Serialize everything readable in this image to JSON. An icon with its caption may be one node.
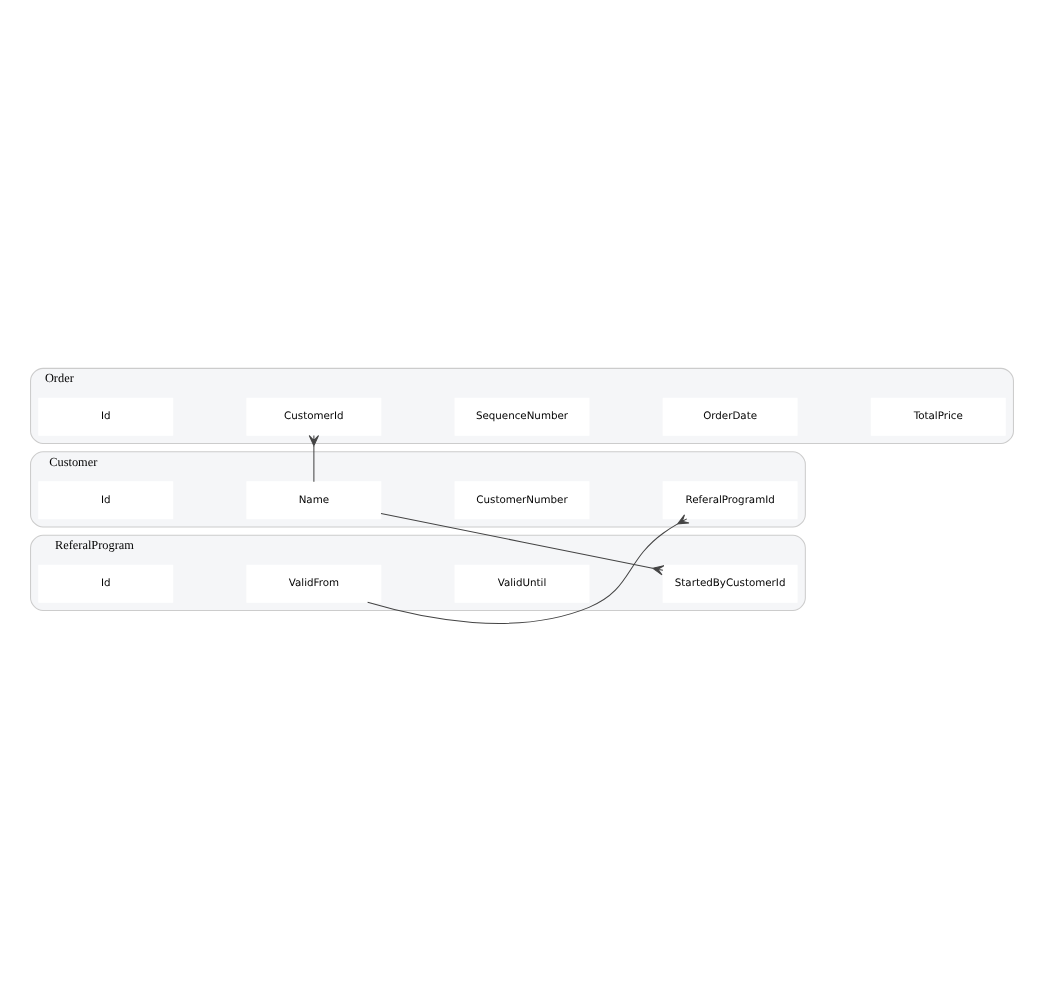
{
  "diagram": {
    "nodes": [
      {
        "text": [
          "Customer"
        ]
      },
      {
        "text": [
          "Id"
        ],
        "in": 0
      },
      {
        "text": [
          "Name"
        ],
        "in": 0
      },
      {
        "text": [
          "CustomerNumber"
        ],
        "in": 0
      },
      {
        "text": [
          "ReferalProgramId"
        ],
        "in": 0
      },
      {
        "text": [
          "Order"
        ]
      },
      {
        "text": [
          "Id"
        ],
        "in": 5
      },
      {
        "text": [
          "CustomerId"
        ],
        "in": 5
      },
      {
        "text": [
          "SequenceNumber"
        ],
        "in": 5
      },
      {
        "text": [
          "OrderDate"
        ],
        "in": 5
      },
      {
        "text": [
          "TotalPrice"
        ],
        "in": 5
      },
      {
        "text": [
          "ReferalProgram"
        ]
      },
      {
        "text": [
          "Id"
        ],
        "in": 11
      },
      {
        "text": [
          "ValidFrom"
        ],
        "in": 11
      },
      {
        "text": [
          "ValidUntil"
        ],
        "in": 11
      },
      {
        "text": [
          "StartedByCustomerId"
        ],
        "in": 11
      }
    ],
    "edges": [
      {
        "from": 2,
        "to": 7,
        "arrow": "other"
      },
      {
        "from": 13,
        "to": 4,
        "arrow": "other"
      },
      {
        "from": 2,
        "to": 15,
        "arrow": "other"
      }
    ]
  }
}
